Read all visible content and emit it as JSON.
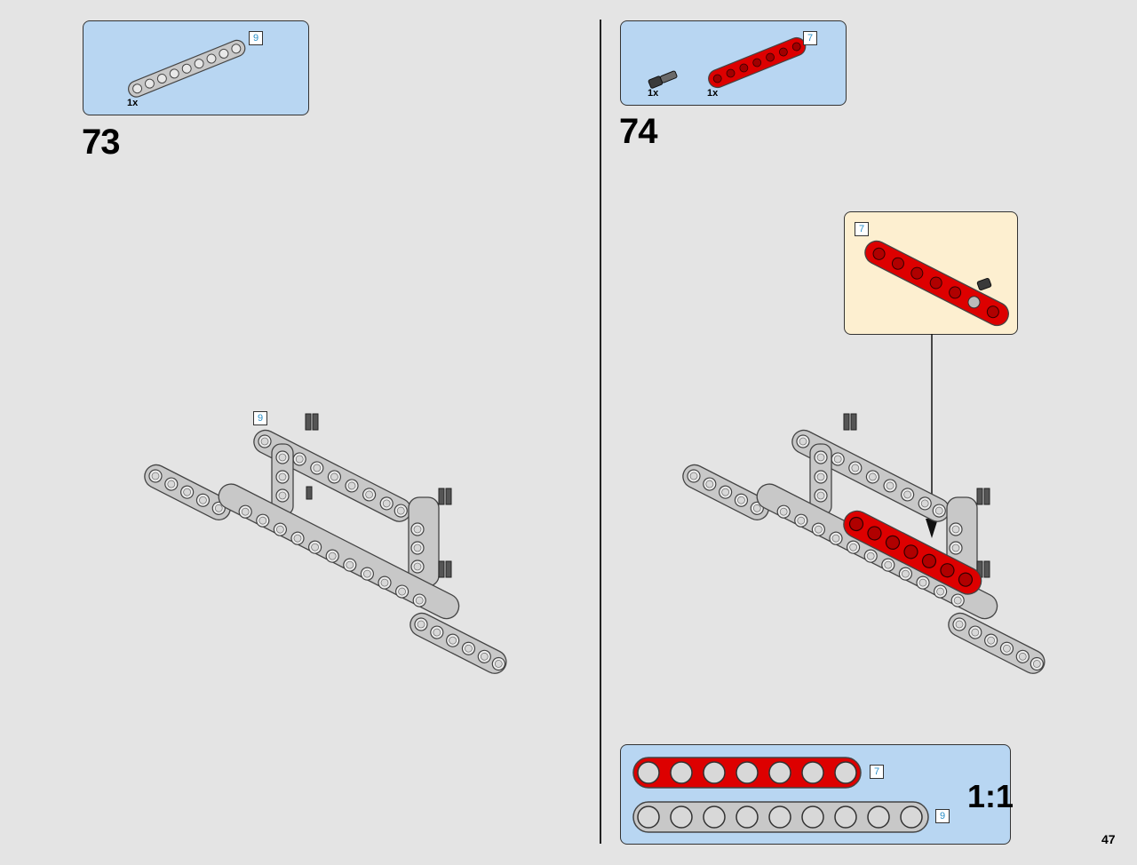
{
  "page": {
    "number": "47"
  },
  "steps": [
    {
      "number": "73",
      "parts": [
        {
          "qty": "1x",
          "length": "9",
          "color": "#c8c8c8"
        }
      ],
      "model_badge": "9"
    },
    {
      "number": "74",
      "parts": [
        {
          "qty": "1x",
          "name": "axle-pin",
          "color": "#2a2a2a"
        },
        {
          "qty": "1x",
          "length": "7",
          "color": "#dd0000"
        }
      ],
      "callout_badge": "7"
    }
  ],
  "scale": {
    "label": "1:1",
    "beams": [
      {
        "length": "7",
        "holes": 7,
        "color": "#dd0000"
      },
      {
        "length": "9",
        "holes": 9,
        "color": "#c8c8c8"
      }
    ]
  },
  "colors": {
    "parts_bg": "#b8d6f2",
    "callout_bg": "#fdefd0",
    "red": "#dd0000",
    "gray": "#c8c8c8"
  }
}
